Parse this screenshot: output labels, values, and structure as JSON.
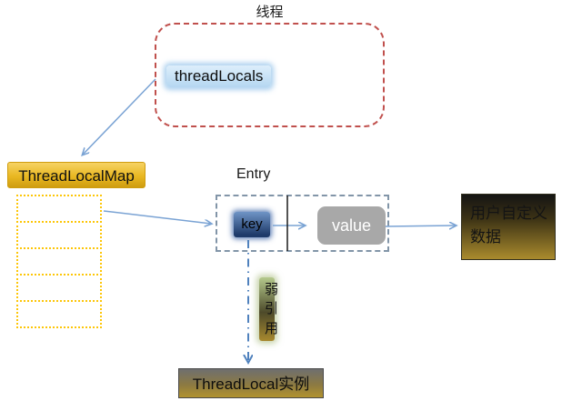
{
  "diagram": {
    "thread_title": "线程",
    "thread_locals_label": "threadLocals",
    "map_label": "ThreadLocalMap",
    "map_cell_count": 5,
    "entry_title": "Entry",
    "key_label": "key",
    "value_label": "value",
    "user_data_label": "用户自定义数据",
    "weak_ref_label": "弱引用",
    "instance_label": "ThreadLocal实例"
  },
  "colors": {
    "text_dark": "#1a1a1a",
    "thread_border": "#c0504d",
    "highlight_top": "#ddeefb",
    "highlight_bottom": "#b5d7f1",
    "map_gold_top": "#f6d264",
    "map_gold_mid": "#e9b822",
    "map_gold_bottom": "#cf9d10",
    "cell_border": "#fdc608",
    "entry_border": "#8295a8",
    "key_top": "#6f94c6",
    "key_bottom": "#1e3a69",
    "value_bg": "#a8a8a8",
    "user_top": "#141414",
    "user_bottom": "#aa8b2d",
    "weak_top": "#b4c98c",
    "weak_mid": "#4d4a2a",
    "weak_bottom": "#a8892e",
    "instance_top": "#6f6f6f",
    "instance_bottom": "#b2922f",
    "arrow_light": "#7aa3d4",
    "arrow_dark": "#4f81bd",
    "divider": "#1a1a1a"
  }
}
